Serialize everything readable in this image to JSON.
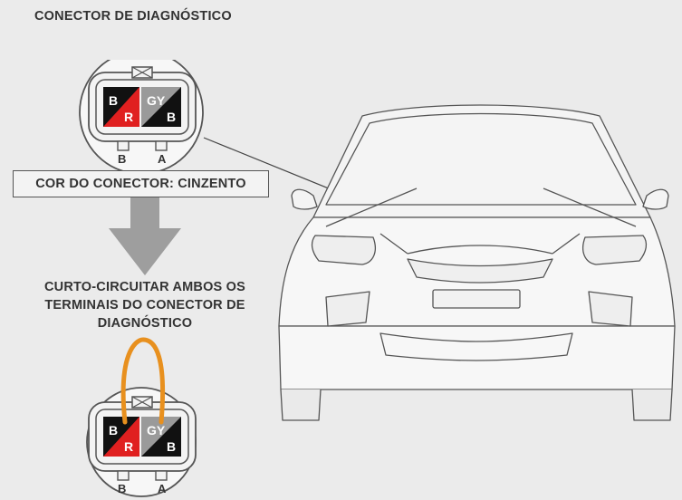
{
  "labels": {
    "diag_connector_title": "CONECTOR DE DIAGNÓSTICO",
    "connector_color": "COR DO CONECTOR: CINZENTO",
    "short_circuit_line1": "CURTO-CIRCUITAR AMBOS OS",
    "short_circuit_line2": "TERMINAIS DO CONECTOR DE",
    "short_circuit_line3": "DIAGNÓSTICO"
  },
  "connector_top": {
    "left_wire": {
      "top": "B",
      "bottom": "R"
    },
    "right_wire": {
      "top": "GY",
      "bottom": "B"
    },
    "terminal_left": "B",
    "terminal_right": "A"
  },
  "connector_bottom": {
    "left_wire": {
      "top": "B",
      "bottom": "R"
    },
    "right_wire": {
      "top": "GY",
      "bottom": "B"
    },
    "terminal_left": "B",
    "terminal_right": "A"
  },
  "colors": {
    "background": "#ebebeb",
    "wire_black": "#111111",
    "wire_red": "#e02020",
    "wire_gray": "#9a9a9a",
    "jumper": "#e8901e",
    "arrow": "#9e9e9e",
    "outline": "#555555"
  }
}
